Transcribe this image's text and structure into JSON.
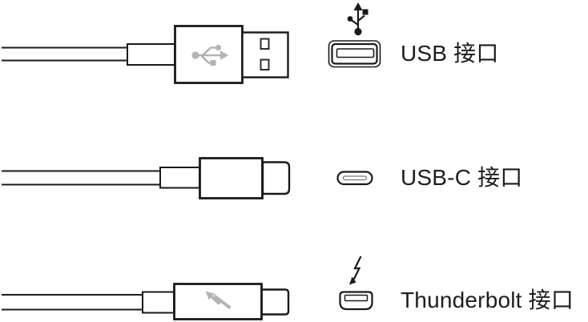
{
  "rows": [
    {
      "label": "USB 接口",
      "cable": "usb-a-cable",
      "cable_symbol": "usb-trident-symbol-gray",
      "port_symbol": "usb-trident-symbol-black",
      "port": "usb-a-port"
    },
    {
      "label": "USB-C 接口",
      "cable": "usb-c-cable",
      "cable_symbol": "",
      "port_symbol": "",
      "port": "usb-c-port"
    },
    {
      "label": "Thunderbolt 接口",
      "cable": "thunderbolt-cable",
      "cable_symbol": "thunderbolt-bolt-symbol-gray",
      "port_symbol": "thunderbolt-bolt-symbol-black",
      "port": "mini-displayport-port"
    }
  ],
  "colors": {
    "background": "#ffffff",
    "outline": "#1a1a1a",
    "symbol_gray": "#b4b4b4",
    "text": "#1d1d1f"
  }
}
